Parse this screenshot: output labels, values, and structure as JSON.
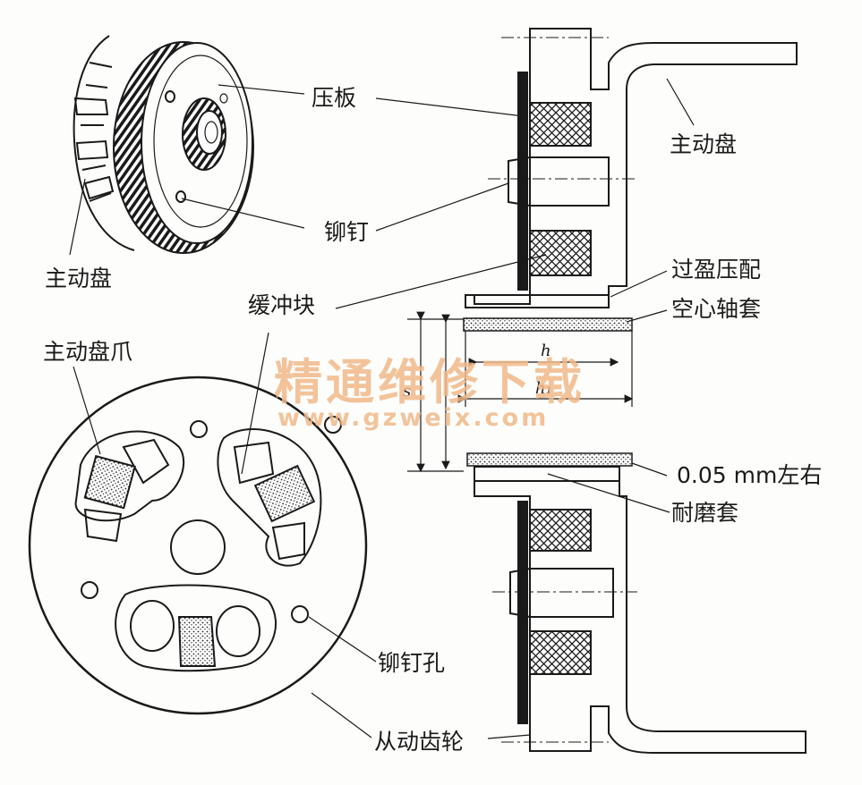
{
  "labels": {
    "pressure_plate": "压板",
    "rivet": "铆钉",
    "drive_disc_top": "主动盘",
    "drive_disc_left": "主动盘",
    "buffer_block": "缓冲块",
    "drive_disc_claw": "主动盘爪",
    "interference_fit": "过盈压配",
    "hollow_sleeve": "空心轴套",
    "clearance": "0.05 mm左右",
    "wear_sleeve": "耐磨套",
    "rivet_hole": "铆钉孔",
    "driven_gear": "从动齿轮"
  },
  "dimensions": {
    "h": "h",
    "h1": "h₁",
    "s": "s"
  },
  "watermark": {
    "title": "精通维修下载",
    "url": "www.gzweix.com",
    "color": "#f1b98a"
  }
}
